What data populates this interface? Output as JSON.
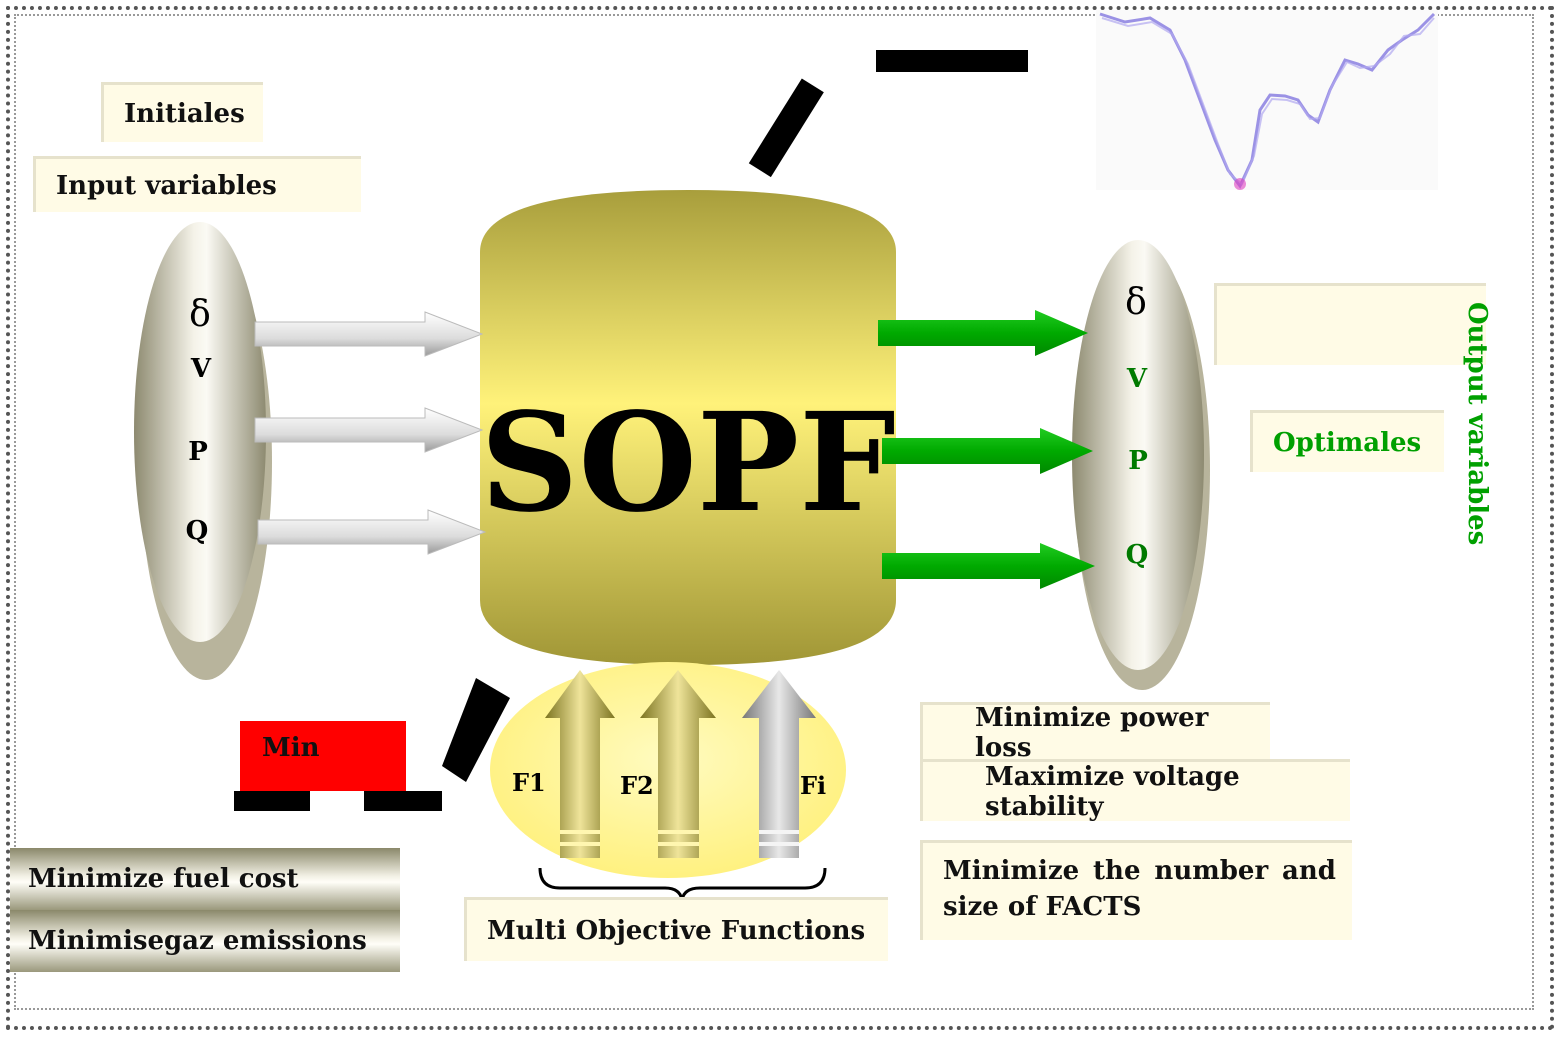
{
  "title": "SOPF",
  "input": {
    "initiales_label": "Initiales",
    "input_variables_label": "Input variables",
    "vars": [
      "δ",
      "V",
      "P",
      "Q"
    ]
  },
  "output": {
    "vars": [
      "δ",
      "V",
      "P",
      "Q"
    ],
    "optimales_label": "Optimales",
    "output_variables_label": "Output variables"
  },
  "min_label": "Min",
  "functions": {
    "labels": [
      "F1",
      "F2",
      "Fi"
    ],
    "group_label": "Multi Objective Functions"
  },
  "objectives_left": [
    "Minimize fuel cost",
    "Minimisegaz emissions"
  ],
  "objectives_right": [
    "Minimize power loss",
    "Maximize voltage stability",
    "Minimize the number and size of FACTS"
  ],
  "colors": {
    "output_green": "#00a000",
    "arrow_green": "#00b800",
    "min_red": "#ff0000",
    "cylinder_gold": "#b8ac50",
    "function_ellipse": "#fff7a0"
  }
}
